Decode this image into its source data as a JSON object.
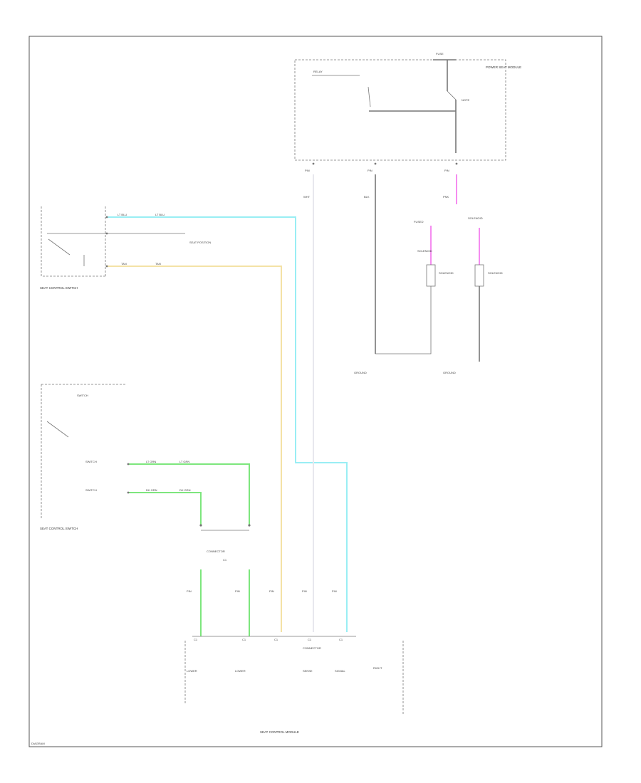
{
  "colors": {
    "light_blue": "#99eef4",
    "tan": "#f4e2a6",
    "green": "#7de67d",
    "pink": "#f58cf0",
    "white_wire": "#e8e8ee",
    "black_wire": "#777777",
    "frame": "#555555"
  },
  "labels": {
    "ft_lbl": "FUSE",
    "top_module": "POWER SEAT MODULE",
    "mod_inner": "RELAY",
    "relay_note": "NOTE",
    "pin_l": "PIN",
    "pin_m": "PIN",
    "pin_r": "PIN",
    "wire_l": "WHT",
    "wire_m": "BLK",
    "wire_r": "PNK",
    "sw_note": "FUSED",
    "sol_l_lbl": "SOLENOID",
    "sol_r_lbl": "SOLENOID",
    "sol_l": "SOLENOID",
    "sol_r": "SOLENOID",
    "gnd_m": "GROUND",
    "gnd_r": "GROUND",
    "seat_sw_upper": "SEAT CONTROL SWITCH",
    "b_text": "SEAT POSITION",
    "switch_lower_hdr": "SWITCH",
    "seat_sw_lower": "SEAT CONTROL SWITCH",
    "sw_item1": "SWITCH",
    "sw_item2": "SWITCH",
    "connector": "CONNECTOR",
    "conn_sub": "C1",
    "bottom_module": "SEAT CONTROL MODULE",
    "left_note": "DIAGRAM",
    "w_lb1": "LT BLU",
    "w_lb2": "LT BLU",
    "w_tan1": "TAN",
    "w_tan2": "TAN",
    "w_grn1": "LT GRN",
    "w_grn2": "LT GRN",
    "w_dg1": "DK GRN",
    "w_dg2": "DK GRN",
    "pin_b1": "PIN",
    "pin_b2": "PIN",
    "pin_b3": "PIN",
    "pin_b4": "PIN",
    "pin_b5": "PIN",
    "bl_1": "LOWER",
    "bl_2": "LOWER",
    "bl_3": "SENSE",
    "bl_4": "SIGNAL",
    "bl_5": "RIGHT",
    "bpin1": "C1",
    "bpin2": "C1",
    "bpin3": "C1",
    "bpin4": "C1",
    "bpin5": "C1"
  }
}
